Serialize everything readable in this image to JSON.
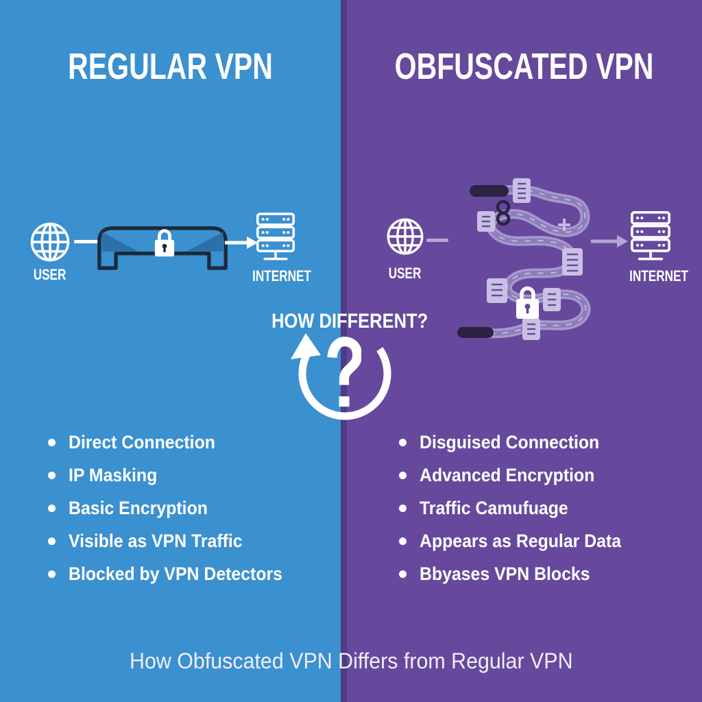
{
  "left": {
    "title": "REGULAR VPN",
    "user_label": "USER",
    "internet_label": "INTERNET",
    "bullets": [
      "Direct Connection",
      "IP Masking",
      "Basic Encryption",
      "Visible as VPN Traffic",
      "Blocked by VPN Detectors"
    ]
  },
  "right": {
    "title": "OBFUSCATED VPN",
    "user_label": "USER",
    "internet_label": "INTERNET",
    "bullets": [
      "Disguised Connection",
      "Advanced Encryption",
      "Traffic Camufuage",
      "Appears as Regular Data",
      "Bbyases VPN Blocks"
    ]
  },
  "center": {
    "heading": "HOW DIFFERENT?"
  },
  "footer": {
    "caption": "How Obfuscated VPN Differs from Regular VPN"
  },
  "colors": {
    "left_bg": "#3B90CF",
    "right_bg": "#66499C",
    "seam_stripe": "#4F3B85",
    "tunnel_outline": "#1B2A3D",
    "tunnel_shade": "#2B70A9",
    "lavender": "#B3A6D6",
    "tube_inner": "#8A79B8",
    "connector": "#C9C0E4",
    "connector_tick": "#5F4D96",
    "dark_capsule": "#2A2342",
    "white": "#FFFFFF",
    "footer_text": "#F1EEF9"
  },
  "icons": {
    "user": "globe-icon",
    "internet": "server-stack-icon",
    "security": "padlock-icon",
    "regular_route": "straight-tunnel-icon",
    "obfuscated_route": "tangled-route-icon",
    "question": "circular-arrow-question-icon"
  }
}
